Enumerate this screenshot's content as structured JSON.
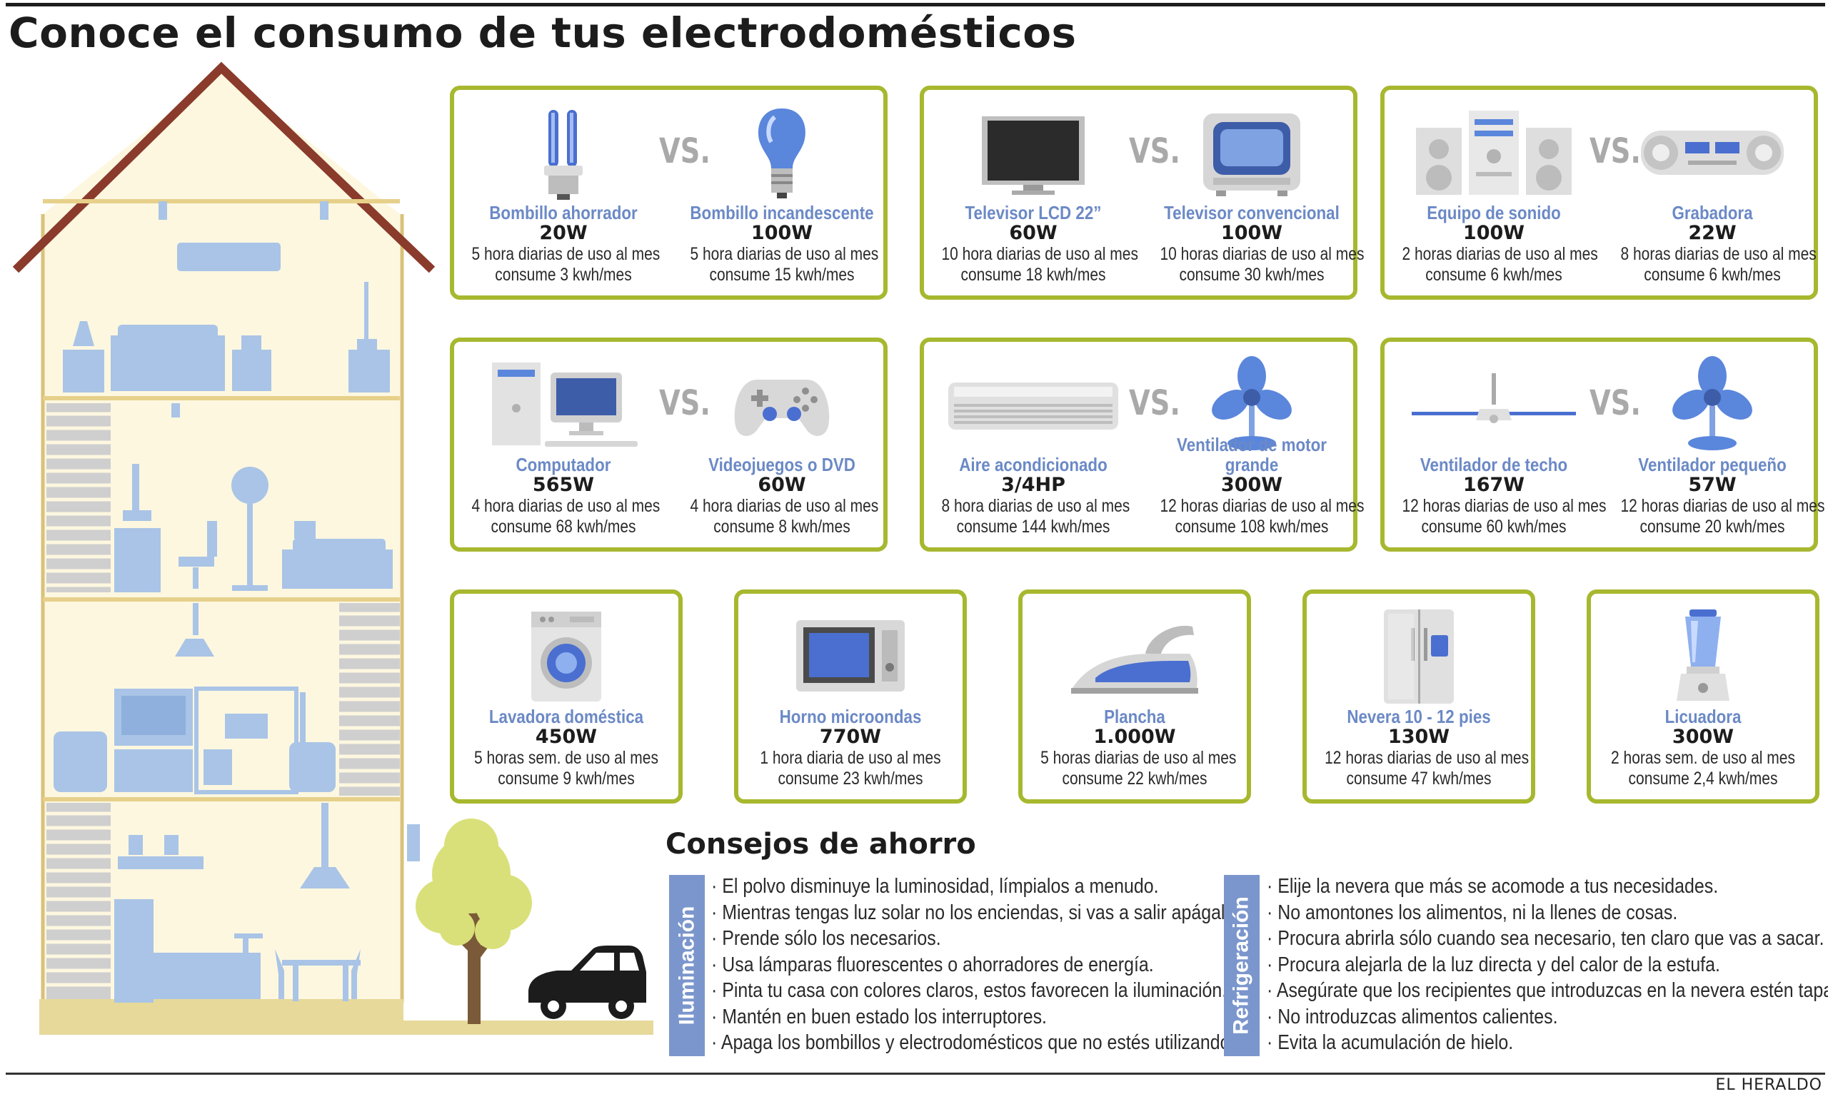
{
  "title": "Conoce el consumo de tus electrodomésticos",
  "brand": "EL HERALDO",
  "vs_label": "VS.",
  "colors": {
    "card_border": "#a7b82f",
    "name_blue": "#6b89c6",
    "house_fill": "#fdf7e0",
    "roof": "#8a3b2b",
    "furniture": "#a9c4e6"
  },
  "comparisons": [
    {
      "left": {
        "icon": "cfl-bulb-icon",
        "name": "Bombillo ahorrador",
        "watt": "20W",
        "usage": "5 hora diarias de uso al mes",
        "consumption": "consume 3 kwh/mes"
      },
      "right": {
        "icon": "incandescent-bulb-icon",
        "name": "Bombillo incandescente",
        "watt": "100W",
        "usage": "5 hora diarias de uso al mes",
        "consumption": "consume 15 kwh/mes"
      }
    },
    {
      "left": {
        "icon": "lcd-tv-icon",
        "name": "Televisor LCD 22”",
        "watt": "60W",
        "usage": "10 hora diarias de uso al mes",
        "consumption": "consume 18 kwh/mes"
      },
      "right": {
        "icon": "crt-tv-icon",
        "name": "Televisor convencional",
        "watt": "100W",
        "usage": "10 horas diarias de uso al mes",
        "consumption": "consume 30 kwh/mes"
      }
    },
    {
      "left": {
        "icon": "stereo-icon",
        "name": "Equipo de sonido",
        "watt": "100W",
        "usage": "2 horas diarias de uso al mes",
        "consumption": "consume 6 kwh/mes"
      },
      "right": {
        "icon": "boombox-icon",
        "name": "Grabadora",
        "watt": "22W",
        "usage": "8 horas diarias de uso al mes",
        "consumption": "consume 6 kwh/mes"
      }
    },
    {
      "left": {
        "icon": "computer-icon",
        "name": "Computador",
        "watt": "565W",
        "usage": "4 hora diarias de uso al mes",
        "consumption": "consume 68 kwh/mes"
      },
      "right": {
        "icon": "gamepad-icon",
        "name": "Videojuegos o DVD",
        "watt": "60W",
        "usage": "4 hora diarias de uso al mes",
        "consumption": "consume 8 kwh/mes"
      }
    },
    {
      "left": {
        "icon": "air-conditioner-icon",
        "name": "Aire acondicionado",
        "watt": "3/4HP",
        "usage": "8 hora diarias de uso al mes",
        "consumption": "consume 144 kwh/mes"
      },
      "right": {
        "icon": "fan-icon",
        "name": "Ventilador de motor grande",
        "watt": "300W",
        "usage": "12 horas diarias de uso al mes",
        "consumption": "consume 108 kwh/mes"
      }
    },
    {
      "left": {
        "icon": "ceiling-fan-icon",
        "name": "Ventilador de techo",
        "watt": "167W",
        "usage": "12 horas diarias de uso al mes",
        "consumption": "consume 60 kwh/mes"
      },
      "right": {
        "icon": "small-fan-icon",
        "name": "Ventilador pequeño",
        "watt": "57W",
        "usage": "12 horas diarias de uso al mes",
        "consumption": "consume 20 kwh/mes"
      }
    }
  ],
  "singles": [
    {
      "icon": "washing-machine-icon",
      "name": "Lavadora doméstica",
      "watt": "450W",
      "usage": "5 horas sem. de uso al mes",
      "consumption": "consume 9 kwh/mes"
    },
    {
      "icon": "microwave-icon",
      "name": "Horno microondas",
      "watt": "770W",
      "usage": "1 hora diaria de uso al mes",
      "consumption": "consume 23 kwh/mes"
    },
    {
      "icon": "iron-icon",
      "name": "Plancha",
      "watt": "1.000W",
      "usage": "5 horas diarias de uso al mes",
      "consumption": "consume 22 kwh/mes"
    },
    {
      "icon": "refrigerator-icon",
      "name": "Nevera 10 - 12 pies",
      "watt": "130W",
      "usage": "12 horas diarias de uso al mes",
      "consumption": "consume 47 kwh/mes"
    },
    {
      "icon": "blender-icon",
      "name": "Licuadora",
      "watt": "300W",
      "usage": "2 horas sem. de uso al mes",
      "consumption": "consume 2,4 kwh/mes"
    }
  ],
  "tips": {
    "title": "Consejos de ahorro",
    "lighting": {
      "label": "Iluminación",
      "items": [
        "El polvo disminuye la luminosidad, límpialos a menudo.",
        "Mientras tengas luz solar no los enciendas, si vas a salir apágalos.",
        "Prende sólo los necesarios.",
        "Usa lámparas fluorescentes o ahorradores de energía.",
        "Pinta tu casa con colores claros, estos favorecen la iluminación.",
        "Mantén en buen estado los interruptores.",
        "Apaga los bombillos y electrodomésticos que no estés utilizando."
      ]
    },
    "refrigeration": {
      "label": "Refrigeración",
      "items": [
        "Elije la nevera que más se acomode a tus necesidades.",
        "No amontones los alimentos, ni la llenes de cosas.",
        "Procura abrirla sólo cuando sea necesario, ten claro que vas a sacar.",
        "Procura alejarla de la luz directa y del calor de la estufa.",
        "Asegúrate que los recipientes que introduzcas en la nevera estén tapados.",
        "No introduzcas alimentos calientes.",
        "Evita la acumulación de hielo."
      ]
    }
  }
}
